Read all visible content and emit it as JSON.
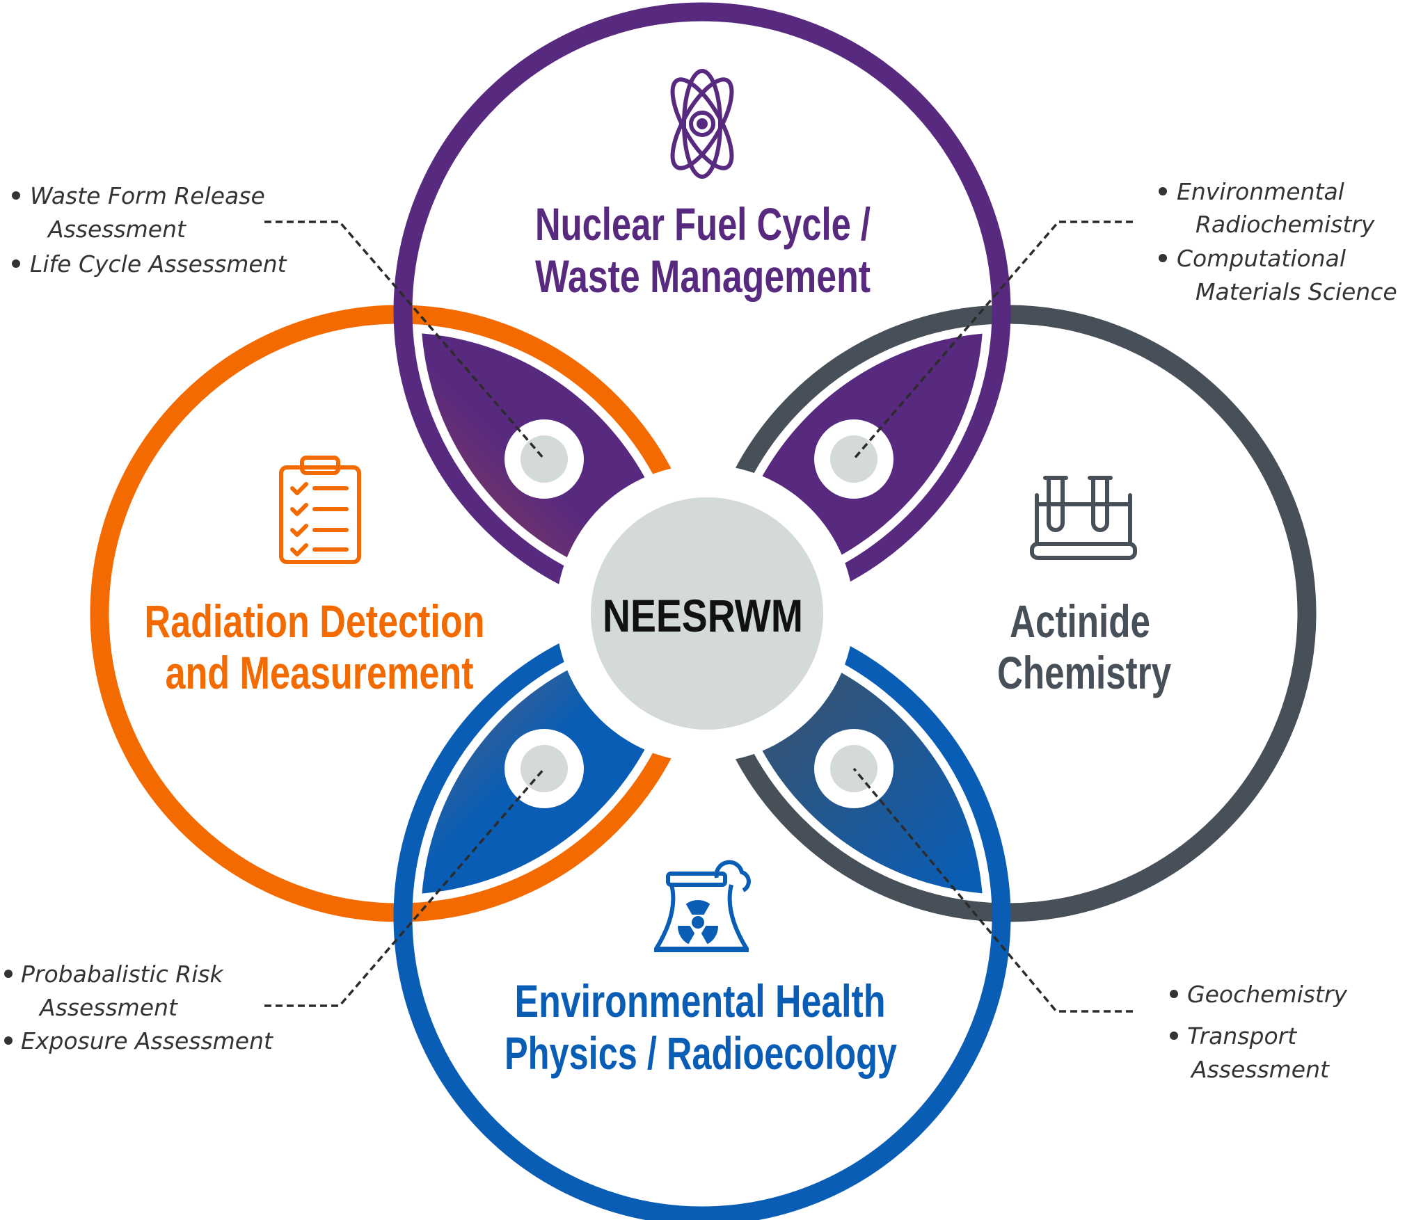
{
  "colors": {
    "purple": "#57297f",
    "orange": "#f26a00",
    "gray": "#474f58",
    "blue": "#0a5db5",
    "center": "#d4dad7",
    "text": "#333333"
  },
  "center": {
    "label": "NEESRWM"
  },
  "domains": {
    "top": {
      "line1": "Nuclear Fuel Cycle /",
      "line2": "Waste Management",
      "icon": "atom-icon"
    },
    "left": {
      "line1": "Radiation Detection",
      "line2": "and Measurement",
      "icon": "clipboard-checklist-icon"
    },
    "right": {
      "line1": "Actinide",
      "line2": "Chemistry",
      "icon": "test-tubes-icon"
    },
    "bottom": {
      "line1": "Environmental Health",
      "line2": "Physics / Radioecology",
      "icon": "nuclear-plant-icon"
    }
  },
  "notes": {
    "top_left": [
      "Waste Form Release",
      "Assessment",
      "Life Cycle Assessment"
    ],
    "top_right": [
      "Environmental",
      "Radiochemistry",
      "Computational",
      "Materials Science"
    ],
    "bottom_left": [
      "Probabalistic Risk",
      "Assessment",
      "Exposure Assessment"
    ],
    "bottom_right": [
      "Geochemistry",
      "Transport",
      "Assessment"
    ]
  }
}
